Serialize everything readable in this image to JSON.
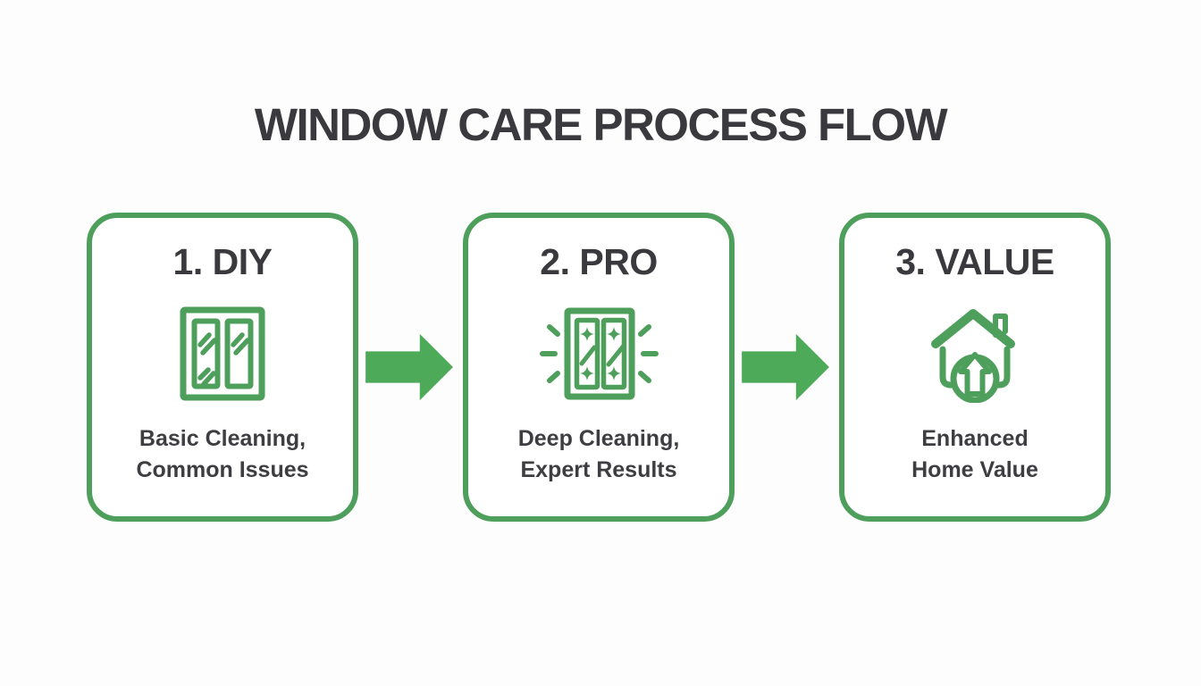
{
  "title": "WINDOW CARE PROCESS FLOW",
  "colors": {
    "green_line": "#4e9f5c",
    "green_fill": "#4caa58",
    "heading_ink": "#3a3a3e",
    "caption_ink": "#3e3e42",
    "bg": "#fdfdfd"
  },
  "steps": [
    {
      "heading": "1. DIY",
      "icon": "window-icon",
      "caption_line1": "Basic Cleaning,",
      "caption_line2": "Common Issues"
    },
    {
      "heading": "2. PRO",
      "icon": "sparkling-window-icon",
      "caption_line1": "Deep Cleaning,",
      "caption_line2": "Expert Results"
    },
    {
      "heading": "3. VALUE",
      "icon": "house-value-icon",
      "caption_line1": "Enhanced",
      "caption_line2": "Home Value"
    }
  ],
  "connectors": [
    {
      "type": "arrow-right"
    },
    {
      "type": "arrow-right"
    }
  ]
}
